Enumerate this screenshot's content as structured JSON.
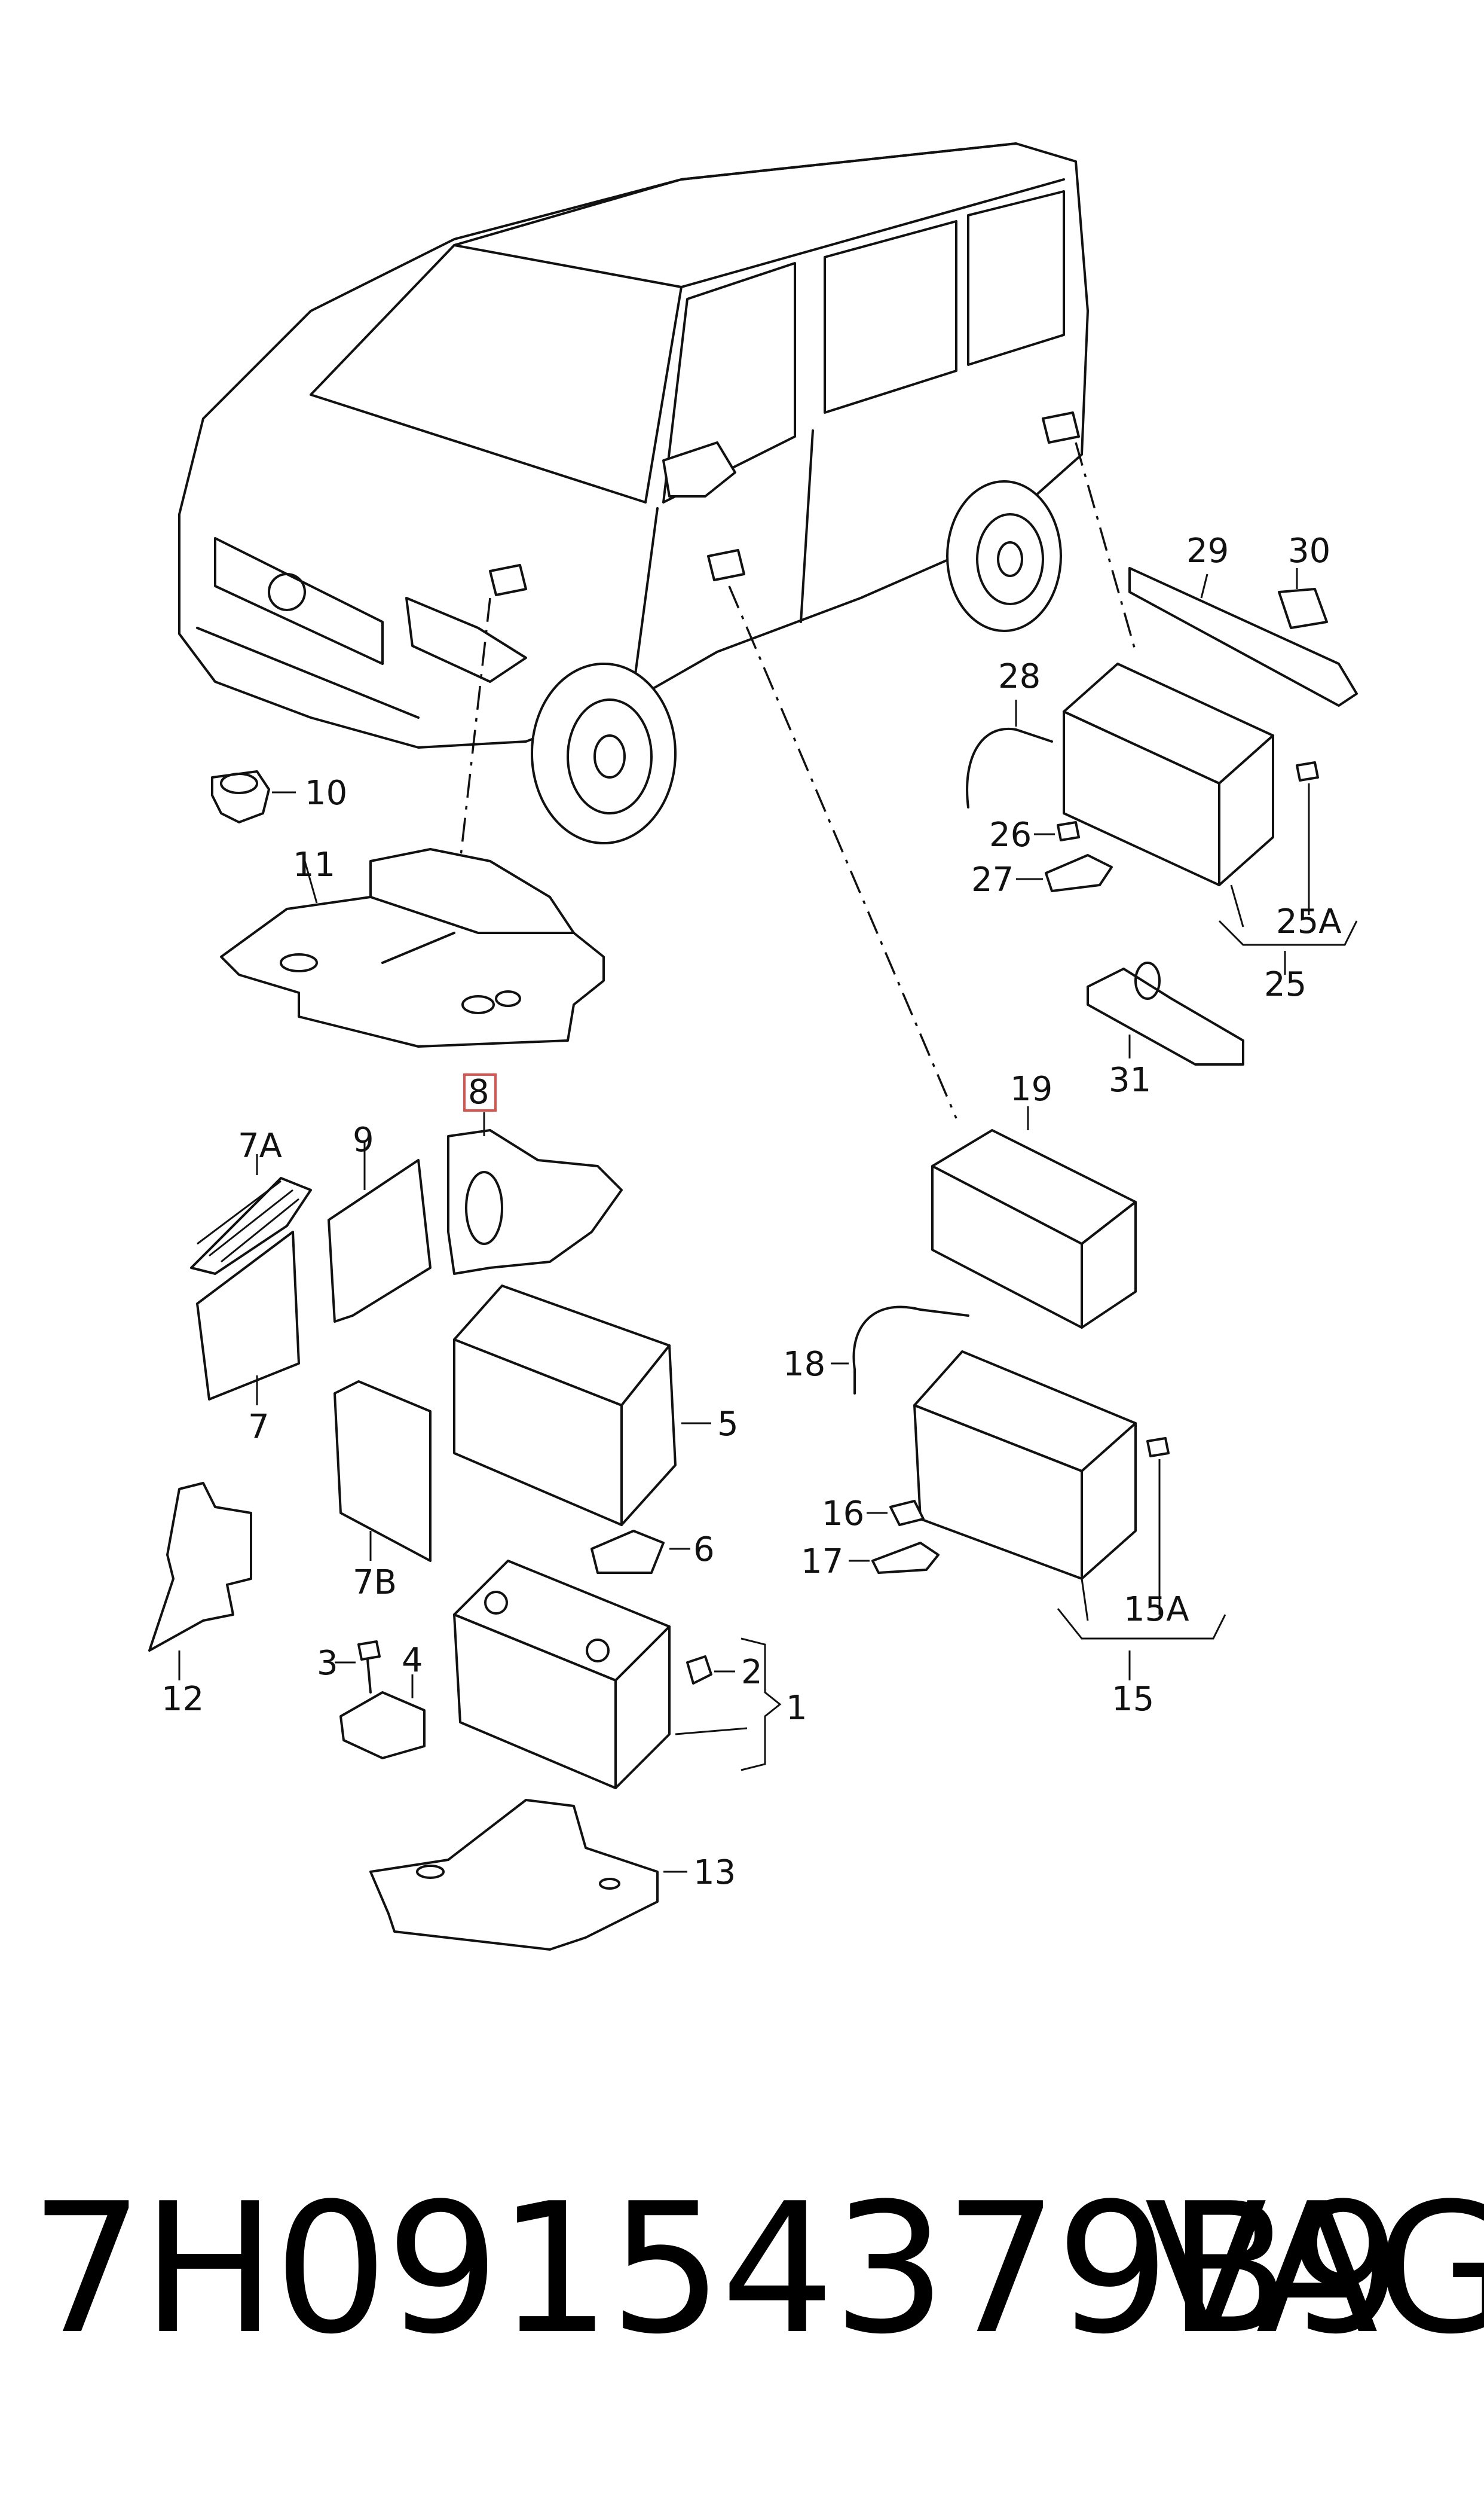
{
  "diagram": {
    "callouts": {
      "c1": "1",
      "c2": "2",
      "c3": "3",
      "c4": "4",
      "c5": "5",
      "c6": "6",
      "c7": "7",
      "c7a": "7A",
      "c7b": "7B",
      "c8": "8",
      "c9": "9",
      "c10": "10",
      "c11": "11",
      "c12": "12",
      "c13": "13",
      "c15": "15",
      "c15a": "15A",
      "c16": "16",
      "c17": "17",
      "c18": "18",
      "c19": "19",
      "c25": "25",
      "c25a": "25A",
      "c26": "26",
      "c27": "27",
      "c28": "28",
      "c29": "29",
      "c30": "30",
      "c31": "31"
    },
    "highlight_color": "#d9534f"
  },
  "footer": {
    "part_number": "7H09154379B9",
    "brand": "VAG"
  }
}
